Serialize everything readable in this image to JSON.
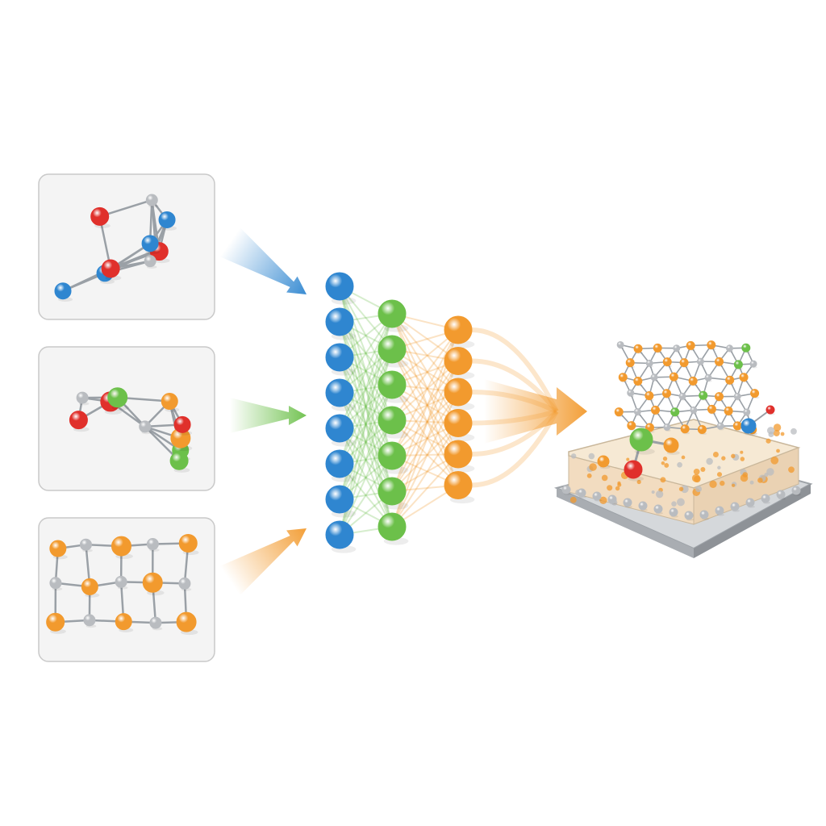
{
  "colors": {
    "background": "#ffffff",
    "panel_fill": "#f4f4f4",
    "panel_border": "#c9c9c9",
    "blue": "#2f86d0",
    "green": "#6cc04a",
    "orange": "#f29a2e",
    "red": "#e0302b",
    "gray": "#b9bcc0",
    "platform": "#a9adb2"
  },
  "inputs": [
    {
      "name": "molecule-panel-1",
      "palette": [
        "blue",
        "red",
        "gray"
      ],
      "arrow_color": "blue"
    },
    {
      "name": "molecule-panel-2",
      "palette": [
        "green",
        "red",
        "orange",
        "gray"
      ],
      "arrow_color": "green"
    },
    {
      "name": "molecule-panel-3",
      "palette": [
        "orange",
        "gray"
      ],
      "arrow_color": "orange"
    }
  ],
  "network": {
    "layers": [
      {
        "name": "input-layer",
        "color": "blue",
        "nodes": 8
      },
      {
        "name": "hidden-layer",
        "color": "green",
        "nodes": 7
      },
      {
        "name": "output-layer",
        "color": "orange",
        "nodes": 6
      }
    ],
    "output_arrow_color": "orange"
  },
  "output": {
    "name": "material-structure",
    "palette": [
      "orange",
      "gray",
      "green",
      "red",
      "blue"
    ]
  }
}
